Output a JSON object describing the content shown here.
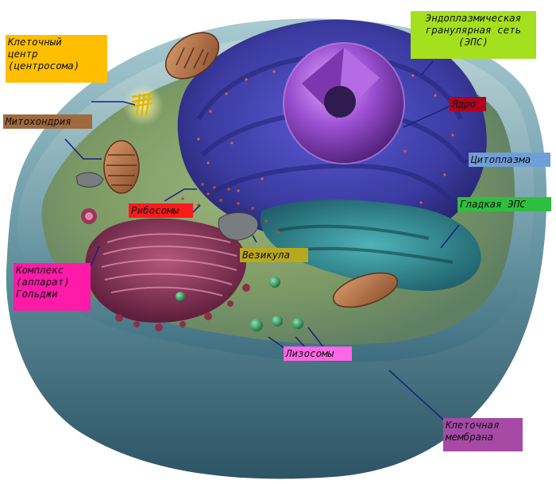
{
  "labels": {
    "eps": {
      "text": "Эндоплазмическая\nгранулярная сеть\n(ЭПС)",
      "bg": "#a4e01e",
      "fg": "#111111"
    },
    "centrosome": {
      "text": "Клеточный\nцентр\n(центросома)",
      "bg": "#ffbf00",
      "fg": "#111111"
    },
    "mitochondria": {
      "text": "Митохондрия",
      "bg": "#a0693e",
      "fg": "#111111"
    },
    "nucleus": {
      "text": "Ядро",
      "bg": "#b3001f",
      "fg": "#111111"
    },
    "cytoplasm": {
      "text": "Цитоплазма",
      "bg": "#6f9fd8",
      "fg": "#111111"
    },
    "smooth_eps": {
      "text": "Гладкая ЭПС",
      "bg": "#2fbf3f",
      "fg": "#111111"
    },
    "ribosomes": {
      "text": "Рибосомы",
      "bg": "#ff1a1a",
      "fg": "#111111"
    },
    "vesicle": {
      "text": "Везикула",
      "bg": "#b8a81e",
      "fg": "#111111"
    },
    "golgi": {
      "text": "Комплекс\n(аппарат)\nГольджи",
      "bg": "#ff1aa8",
      "fg": "#111111"
    },
    "lysosomes": {
      "text": "Лизосомы",
      "bg": "#ff66e6",
      "fg": "#111111"
    },
    "membrane": {
      "text": "Клеточная\nмембрана",
      "bg": "#a64aa6",
      "fg": "#111111"
    }
  },
  "colors": {
    "leader_line": "#1a237e",
    "membrane_outer": "#8fb8c2",
    "cytosol": "#7f9f68",
    "rough_er": "#3d3c9e",
    "nucleus": "#9a4fd0",
    "golgi": "#8a2e52",
    "mitochondrion": "#b06e44",
    "smooth_er": "#2f8d94"
  }
}
